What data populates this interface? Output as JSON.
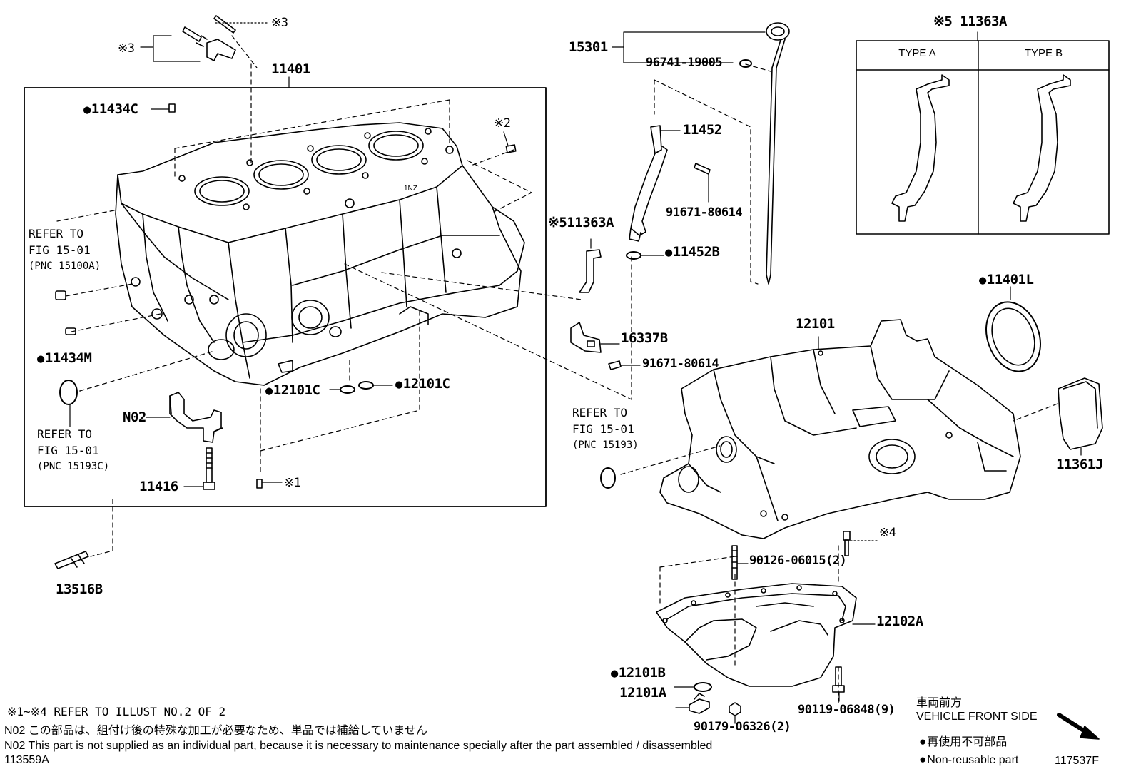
{
  "labels": {
    "p_11401": "11401",
    "p_11434C": "11434C",
    "p_note2": "※2",
    "p_note3_top": "※3",
    "p_note3_left": "※3",
    "p_11434M": "11434M",
    "p_12101C_left": "12101C",
    "p_12101C_right": "12101C",
    "p_N02": "N02",
    "p_11416": "11416",
    "p_note1": "※1",
    "p_13516B": "13516B",
    "p_15301": "15301",
    "p_96741": "96741-19005",
    "p_11452": "11452",
    "p_91671_a": "91671-80614",
    "p_11363A_mid": "※511363A",
    "p_11452B": "11452B",
    "p_16337B": "16337B",
    "p_91671_b": "91671-80614",
    "p_11363A_top": "※5 11363A",
    "p_11401L": "11401L",
    "p_12101": "12101",
    "p_11361J": "11361J",
    "p_note4": "※4",
    "p_90126": "90126-06015(2)",
    "p_12102A": "12102A",
    "p_12101B": "12101B",
    "p_12101A": "12101A",
    "p_90179": "90179-06326(2)",
    "p_90119": "90119-06848(9)"
  },
  "refs": {
    "ref1": {
      "line1": "REFER TO",
      "line2": "FIG 15-01",
      "line3": "(PNC 15100A)"
    },
    "ref2": {
      "line1": "REFER TO",
      "line2": "FIG 15-01",
      "line3": "(PNC 15193C)"
    },
    "ref3": {
      "line1": "REFER TO",
      "line2": "FIG 15-01",
      "line3": "(PNC 15193)"
    }
  },
  "types": {
    "type_a": "TYPE A",
    "type_b": "TYPE B"
  },
  "footer": {
    "note_refer": "※1~※4 REFER TO ILLUST NO.2 OF 2",
    "note_jp": "N02  この部品は、組付け後の特殊な加工が必要なため、単品では補給していません",
    "note_en": "N02  This part is not supplied as an individual part, because it is necessary to maintenance specially after the part assembled / disassembled",
    "code_left": "113559A",
    "front_jp": "車両前方",
    "front_en": "VEHICLE FRONT SIDE",
    "legend_jp": "再使用不可部品",
    "legend_en": "Non-reusable part",
    "code_right": "117537F"
  }
}
